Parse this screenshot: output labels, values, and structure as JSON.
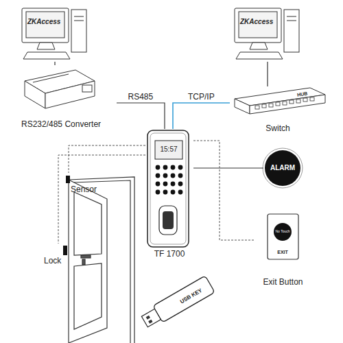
{
  "diagram": {
    "nodes": [
      {
        "text": [
          "ZKAccess"
        ]
      },
      {
        "text": [
          "ZKAccess"
        ]
      },
      {
        "text": [
          "RS232/485 Converter"
        ]
      },
      {
        "text": [
          "HUB",
          "Switch"
        ]
      },
      {
        "text": [
          "15:57",
          "TF 1700"
        ]
      },
      {
        "text": [
          "ALARM"
        ]
      },
      {
        "text": [
          "No Touch",
          "EXIT",
          "Exit Button"
        ]
      },
      {
        "text": [
          "Sensor"
        ]
      },
      {
        "text": [
          "Lock"
        ]
      },
      {
        "text": [
          "USB KEY"
        ]
      }
    ],
    "edges": [
      {
        "from": 0,
        "to": 2,
        "arrow": "none"
      },
      {
        "from": 2,
        "to": 4,
        "label": "RS485",
        "arrow": "none"
      },
      {
        "from": 1,
        "to": 3,
        "arrow": "none"
      },
      {
        "from": 3,
        "to": 4,
        "label": "TCP/IP",
        "arrow": "none"
      },
      {
        "from": 4,
        "to": 5,
        "arrow": "none"
      },
      {
        "from": 4,
        "to": 6,
        "arrow": "none"
      },
      {
        "from": 4,
        "to": 7,
        "arrow": "none"
      },
      {
        "from": 4,
        "to": 8,
        "arrow": "none"
      }
    ]
  }
}
